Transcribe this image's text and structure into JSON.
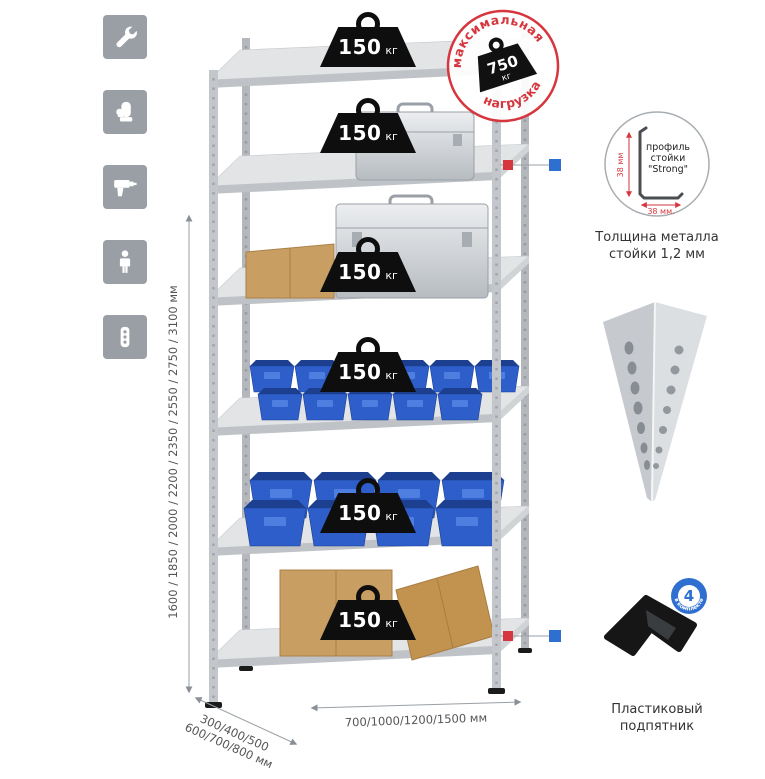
{
  "colors": {
    "accent_red": "#d6363e",
    "accent_blue": "#2f6fd0",
    "icon_gray": "#999fa5",
    "bin_blue": "#2d5ec9"
  },
  "sidebar_icons": [
    {
      "name": "wrench-icon"
    },
    {
      "name": "gloves-icon"
    },
    {
      "name": "drill-icon"
    },
    {
      "name": "person-icon"
    },
    {
      "name": "post-icon"
    }
  ],
  "rack": {
    "loads": [
      {
        "value": "150",
        "unit": "кг"
      },
      {
        "value": "150",
        "unit": "кг"
      },
      {
        "value": "150",
        "unit": "кг"
      },
      {
        "value": "150",
        "unit": "кг"
      },
      {
        "value": "150",
        "unit": "кг"
      },
      {
        "value": "150",
        "unit": "кг"
      }
    ]
  },
  "max_load_stamp": {
    "arc_top": "максимальная",
    "arc_bottom": "нагрузка",
    "value": "750",
    "unit": "кг"
  },
  "profile_detail": {
    "label_line1": "профиль",
    "label_line2": "стойки",
    "label_line3": "\"Strong\"",
    "dim_vertical": "38 мм",
    "dim_horizontal": "38 мм.",
    "caption_line1": "Толщина металла",
    "caption_line2": "стойки 1,2 мм"
  },
  "foot_detail": {
    "badge_value": "4",
    "badge_arc": "в комплекте",
    "caption_line1": "Пластиковый",
    "caption_line2": "подпятник"
  },
  "dimensions": {
    "height": "1600 / 1850 / 2000 / 2200 / 2350 / 2550 / 2750 / 3100 мм",
    "depth_line1": "300/400/500",
    "depth_line2": "600/700/800 мм",
    "width": "700/1000/1200/1500 мм"
  }
}
